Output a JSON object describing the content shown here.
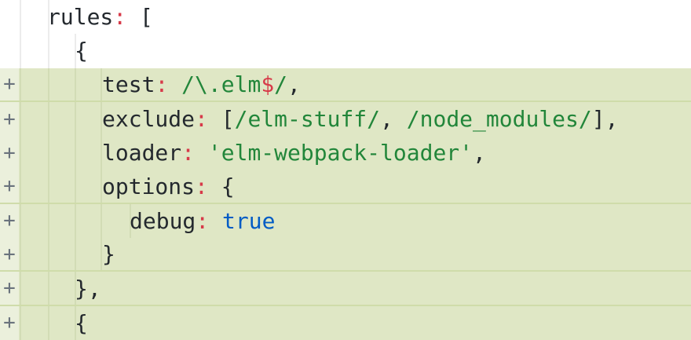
{
  "lines": [
    {
      "marker": "",
      "indent": 2,
      "parts": [
        [
          "t",
          "rules"
        ],
        [
          "p",
          ":"
        ],
        [
          "t",
          " ["
        ]
      ]
    },
    {
      "marker": "",
      "indent": 3,
      "parts": [
        [
          "t",
          "{"
        ]
      ]
    },
    {
      "marker": "+",
      "indent": 4,
      "parts": [
        [
          "t",
          "test"
        ],
        [
          "p",
          ":"
        ],
        [
          "t",
          " "
        ],
        [
          "s",
          "/\\.elm"
        ],
        [
          "p",
          "$"
        ],
        [
          "s",
          "/"
        ],
        [
          "t",
          ","
        ]
      ]
    },
    {
      "marker": "+",
      "indent": 4,
      "parts": [
        [
          "t",
          "exclude"
        ],
        [
          "p",
          ":"
        ],
        [
          "t",
          " ["
        ],
        [
          "s",
          "/elm-stuff/"
        ],
        [
          "t",
          ", "
        ],
        [
          "s",
          "/node_modules/"
        ],
        [
          "t",
          "],"
        ]
      ]
    },
    {
      "marker": "+",
      "indent": 4,
      "parts": [
        [
          "t",
          "loader"
        ],
        [
          "p",
          ":"
        ],
        [
          "t",
          " "
        ],
        [
          "s",
          "'elm-webpack-loader'"
        ],
        [
          "t",
          ","
        ]
      ]
    },
    {
      "marker": "+",
      "indent": 4,
      "parts": [
        [
          "t",
          "options"
        ],
        [
          "p",
          ":"
        ],
        [
          "t",
          " {"
        ]
      ]
    },
    {
      "marker": "+",
      "indent": 5,
      "parts": [
        [
          "t",
          "debug"
        ],
        [
          "p",
          ":"
        ],
        [
          "t",
          " "
        ],
        [
          "k",
          "true"
        ]
      ]
    },
    {
      "marker": "+",
      "indent": 4,
      "parts": [
        [
          "t",
          "}"
        ]
      ]
    },
    {
      "marker": "+",
      "indent": 3,
      "parts": [
        [
          "t",
          "},"
        ]
      ]
    },
    {
      "marker": "+",
      "indent": 3,
      "parts": [
        [
          "t",
          "{"
        ]
      ]
    }
  ],
  "colors": {
    "added_bg": "#dfe7c5",
    "punct": "#d73a49",
    "string": "#22863a",
    "keyword": "#005cc5"
  }
}
